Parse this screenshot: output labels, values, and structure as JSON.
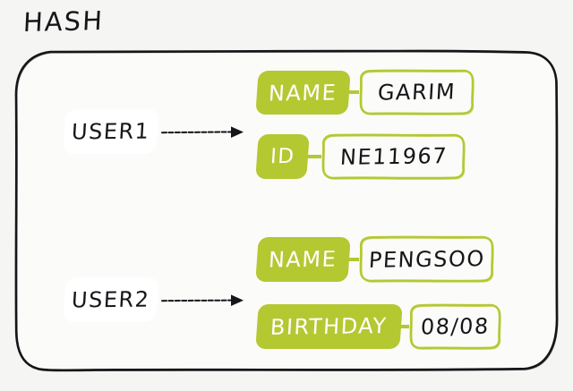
{
  "diagram": {
    "title": "HASH",
    "type": "hash-data-structure",
    "colors": {
      "background": "#f5f5f3",
      "key_fill": "#b4c832",
      "key_text": "#ffffff",
      "value_fill": "#fbfbf9",
      "value_border": "#b4c832",
      "value_text": "#16161a",
      "container_border": "#16161a",
      "user_chip_fill": "#ffffff",
      "arrow": "#16161a"
    },
    "entries": [
      {
        "key_label": "USER1",
        "arrow_icon": "arrow-right-icon",
        "fields": [
          {
            "name": "NAME",
            "value": "GARIM"
          },
          {
            "name": "ID",
            "value": "NE11967"
          }
        ]
      },
      {
        "key_label": "USER2",
        "arrow_icon": "arrow-right-icon",
        "fields": [
          {
            "name": "NAME",
            "value": "PENGSOO"
          },
          {
            "name": "BIRTHDAY",
            "value": "08/08"
          }
        ]
      }
    ]
  }
}
